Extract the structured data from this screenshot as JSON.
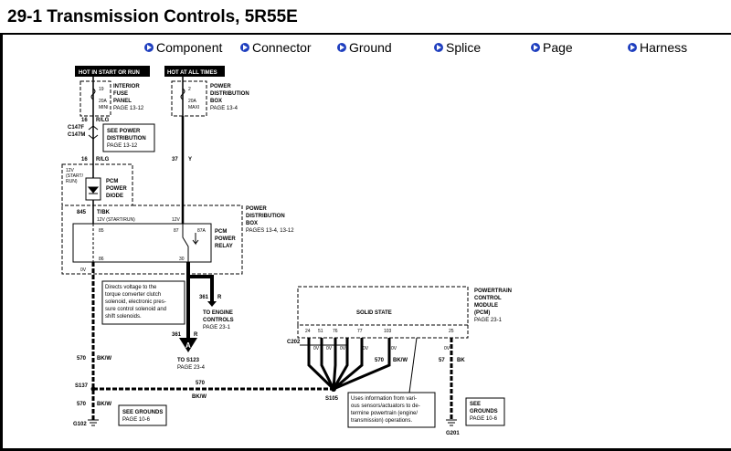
{
  "header": {
    "title": "29-1 Transmission Controls, 5R55E"
  },
  "nav": [
    {
      "label": "Component"
    },
    {
      "label": "Connector"
    },
    {
      "label": "Ground"
    },
    {
      "label": "Splice"
    },
    {
      "label": "Page"
    },
    {
      "label": "Harness"
    }
  ],
  "diagram": {
    "hot_start_run": "HOT IN START OR RUN",
    "hot_all_times": "HOT AT ALL TIMES",
    "fuse1": {
      "num": "19",
      "amp": "20A",
      "mini": "MINI"
    },
    "fuse2": {
      "num": "2",
      "amp": "20A",
      "mini": "MAXI"
    },
    "interior_fuse_panel": [
      "INTERIOR",
      "FUSE",
      "PANEL",
      "PAGE 13-12"
    ],
    "pdb_top": [
      "POWER",
      "DISTRIBUTION",
      "BOX",
      "PAGE 13-4"
    ],
    "w16a": "16",
    "w16a_c": "R/LG",
    "c147f": "C147F",
    "c147m": "C147M",
    "see_power_dist": [
      "SEE POWER",
      "DISTRIBUTION",
      "PAGE 13-12"
    ],
    "w16b": "16",
    "w16b_c": "R/LG",
    "w37": "37",
    "w37_c": "Y",
    "pcm_diode_lbl": [
      "12V",
      "(START/",
      "RUN)"
    ],
    "pcm_diode": [
      "PCM",
      "POWER",
      "DIODE"
    ],
    "w845": "845",
    "w845_c": "T/BK",
    "pdb_mid": [
      "POWER",
      "DISTRIBUTION",
      "BOX",
      "PAGES 13-4, 13-12"
    ],
    "relay_12v_a": "12V (START/RUN)",
    "relay_12v_b": "12V",
    "relay_pin85": "85",
    "relay_pin87": "87",
    "relay_pin87a": "87A",
    "relay_pin86": "86",
    "relay_pin30": "30",
    "pcm_relay": [
      "PCM",
      "POWER",
      "RELAY"
    ],
    "relay_0v": "0V",
    "note1": [
      "Directs voltage to the",
      "torque converter clutch",
      "solenoid, electronic pres-",
      "sure control solenoid and",
      "shift solenoids."
    ],
    "w361a": "361",
    "w361a_c": "R",
    "to_engine": [
      "TO ENGINE",
      "CONTROLS",
      "PAGE 23-1"
    ],
    "w361b": "361",
    "w361b_c": "R",
    "conn_a": "A",
    "to_s123": [
      "TO S123",
      "PAGE 23-4"
    ],
    "pcm_title": [
      "POWERTRAIN",
      "CONTROL",
      "MODULE",
      "(PCM)",
      "PAGE 23-1"
    ],
    "solid_state": "SOLID STATE",
    "pcm_pins": [
      "24",
      "51",
      "76",
      "77",
      "103",
      "25"
    ],
    "c202": "C202",
    "pcm_0v": "0V",
    "w570a": "570",
    "w570a_c": "BK/W",
    "w570b": "570",
    "w570b_c": "BK/W",
    "w570c": "570",
    "w570c_c": "BK/W",
    "w570d": "570",
    "w570d_c": "BK/W",
    "w57": "57",
    "w57_c": "BK",
    "s137": "S137",
    "s105": "S105",
    "g102": "G102",
    "g201": "G201",
    "see_grounds1": [
      "SEE GROUNDS",
      "PAGE 10-6"
    ],
    "see_grounds2": [
      "SEE",
      "GROUNDS",
      "PAGE 10-6"
    ],
    "note2": [
      "Uses information from vari-",
      "ous sensors/actuators to de-",
      "termine powertrain (engine/",
      "transmission) operations."
    ]
  }
}
